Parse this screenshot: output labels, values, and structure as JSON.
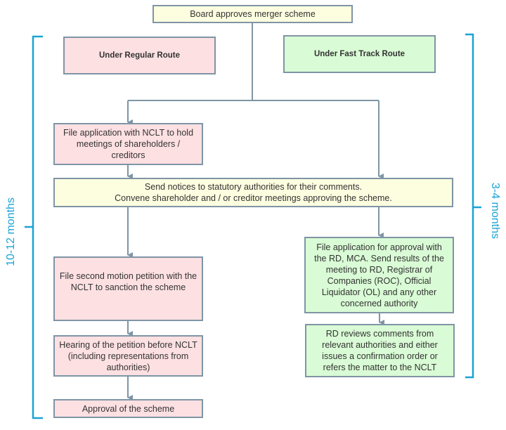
{
  "nodes": {
    "board": "Board approves merger scheme",
    "regular_route": "Under Regular Route",
    "fast_track_route": "Under Fast Track Route",
    "file_application_nclt": "File application with NCLT to hold meetings of shareholders / creditors",
    "send_notices_line1": "Send notices to statutory authorities for their comments.",
    "send_notices_line2": "Convene shareholder and / or creditor meetings approving the scheme.",
    "second_motion": "File second motion petition with the NCLT to sanction the scheme",
    "hearing": "Hearing of the petition before NCLT (including representations from authorities)",
    "approval": "Approval of the scheme",
    "file_rd_mca": "File application for approval with the RD, MCA. Send results of the meeting to RD, Registrar of Companies (ROC), Official Liquidator (OL) and any other concerned authority",
    "rd_reviews": "RD reviews comments from relevant authorities and either issues a confirmation order or refers the matter to the NCLT"
  },
  "durations": {
    "regular": "10-12 months",
    "fast_track": "3-4 months"
  },
  "colors": {
    "regular": "#fde0e2",
    "fast_track": "#d9fbd5",
    "common": "#fdfde0",
    "border": "#7f95a5",
    "bracket": "#1aa3d4"
  }
}
